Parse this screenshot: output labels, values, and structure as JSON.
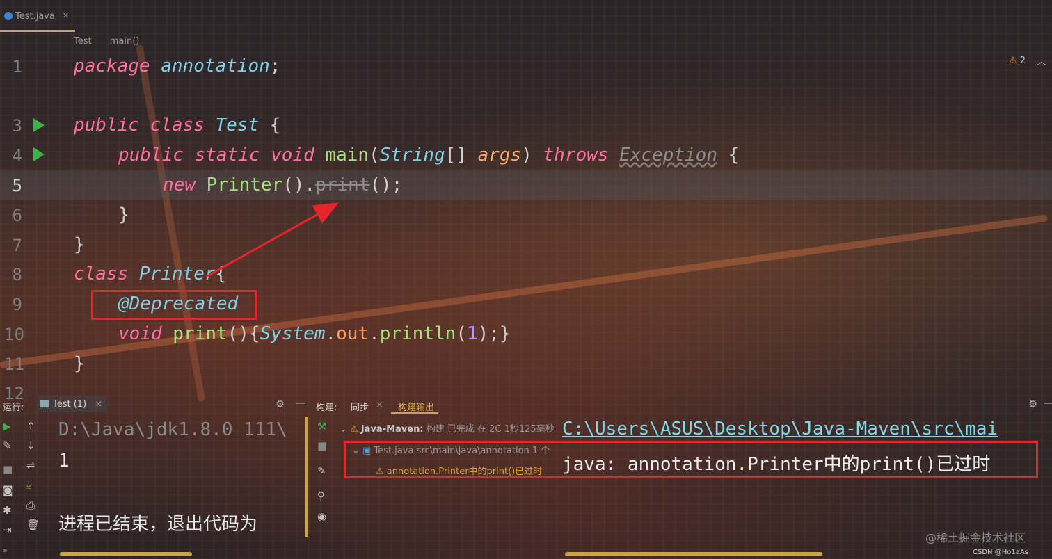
{
  "tab": {
    "title": "Test.java",
    "close": "×"
  },
  "breadcrumb": [
    "Test",
    "main()"
  ],
  "warnings": {
    "icon": "warning-triangle-icon",
    "count": "2"
  },
  "gutter": [
    "1",
    "3",
    "4",
    "5",
    "6",
    "7",
    "8",
    "9",
    "10",
    "11",
    "12"
  ],
  "code": {
    "l1_kw": "package",
    "l1_pkg": "annotation",
    "l1_semi": ";",
    "l3_kw": "public class",
    "l3_cls": "Test",
    "l3_brace": " {",
    "l4_kw1": "public static void",
    "l4_fn": "main",
    "l4_p1": "(",
    "l4_type": "String",
    "l4_arr": "[] ",
    "l4_param": "args",
    "l4_p2": ") ",
    "l4_throws": "throws",
    "l4_exc": "Exception",
    "l4_brace": " {",
    "l5_kw": "new",
    "l5_cls": "Printer",
    "l5_p": "().",
    "l5_m": "print",
    "l5_end": "();",
    "l6": "}",
    "l7": "}",
    "l8_kw": "class",
    "l8_cls": "Printer",
    "l8_brace": "{",
    "l9_ann": "@Deprecated",
    "l10_kw": "void",
    "l10_fn": "print",
    "l10_p": "(){",
    "l10_sys": "System",
    "l10_dot": ".",
    "l10_field": "out",
    "l10_dot2": ".",
    "l10_fn2": "println",
    "l10_p2": "(",
    "l10_num": "1",
    "l10_end": ");}",
    "l11": "}"
  },
  "run_panel": {
    "label": "运行:",
    "tab": "Test (1)",
    "close": "×",
    "console_path": "D:\\Java\\jdk1.8.0_111\\",
    "console_out": "1",
    "console_exit": "进程已结束，退出代码为"
  },
  "build_panel": {
    "label": "构建:",
    "tab_sync": "同步",
    "tab_output": "构建输出",
    "close": "×",
    "tree_root_name": "Java-Maven:",
    "tree_root_status": "构建 已完成 在 2C 1秒125毫秒",
    "tree_file": "Test.java src\\main\\java\\annotation 1 个",
    "tree_warning": "annotation.Printer中的print()已过时",
    "output_path": "C:\\Users\\ASUS\\Desktop\\Java-Maven\\src\\mai",
    "output_msg": "java: annotation.Printer中的print()已过时"
  },
  "watermark": "@稀土掘金技术社区",
  "credit": "CSDN @Ho1aAs",
  "colors": {
    "accent": "#c9a54a",
    "highlight_box": "#e8242b",
    "run_green": "#3fb04a"
  }
}
